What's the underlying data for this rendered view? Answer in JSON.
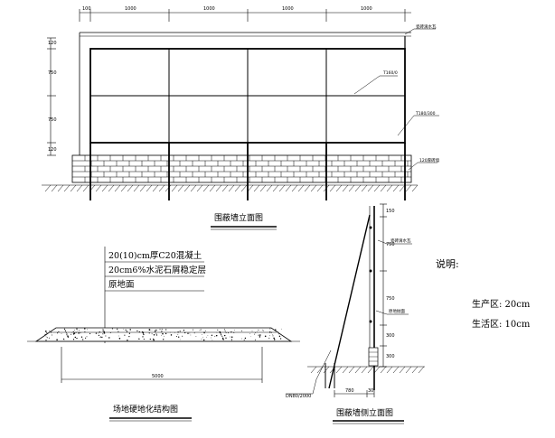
{
  "front_elevation": {
    "title": "围蔽墙立面图",
    "top_dims": [
      "100",
      "1000",
      "1000",
      "1000",
      "1000"
    ],
    "left_dims": [
      "120",
      "750",
      "750",
      "120"
    ],
    "labels": {
      "roof": "瓷砖滴水瓦",
      "panel": "T160/0",
      "post": "T180/300",
      "base": "120厚砖墙"
    }
  },
  "side_elevation": {
    "title": "围蔽墙侧立面图",
    "right_dims": [
      "150",
      "750",
      "750",
      "300",
      "300"
    ],
    "labels": {
      "roof": "瓷砖滴水瓦",
      "mid": "原地抛面",
      "brace": "DN80/2000",
      "bottom_dims": [
        "780",
        "30"
      ]
    }
  },
  "pavement": {
    "title": "场地硬地化结构图",
    "layers": [
      "20(10)cm厚C20混凝土",
      "20cm6%水泥石屑稳定层",
      "原地面"
    ],
    "width_dim": "5000"
  },
  "notes": {
    "heading": "说明:",
    "items": [
      "生产区: 20cm",
      "生活区: 10cm"
    ]
  }
}
